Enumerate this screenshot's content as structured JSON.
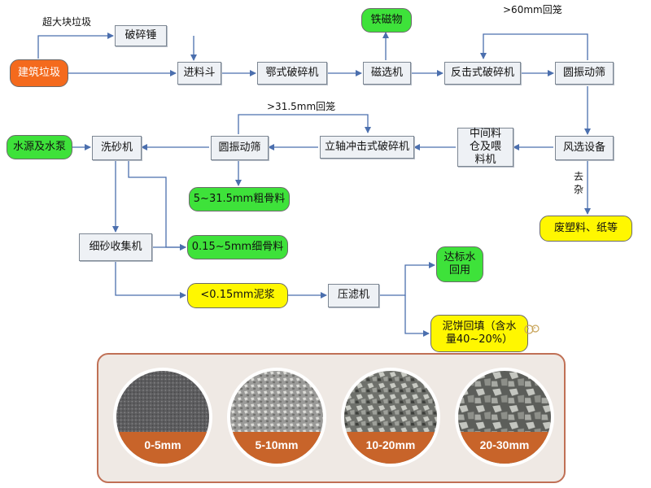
{
  "flow": {
    "construction_waste": "建筑垃圾",
    "oversize_label": "超大块垃圾",
    "breaker_hammer": "破碎锤",
    "feed_hopper": "进料斗",
    "jaw_crusher": "鄂式破碎机",
    "magnetic_separator": "磁选机",
    "iron_magnetic_material": "铁磁物",
    "impact_crusher": "反击式破碎机",
    "over60_return": ">60mm回笼",
    "circular_screen_1": "圆振动筛",
    "air_separation": "风选设备",
    "impurity_removal": "去杂",
    "waste_plastic_paper": "废塑料、纸等",
    "intermediate_bin": "中间料仓及喂料机",
    "vertical_impact_crusher": "立轴冲击式破碎机",
    "over315_return": ">31.5mm回笼",
    "circular_screen_2": "圆振动筛",
    "coarse_aggregate": "5~31.5mm粗骨料",
    "sand_washer": "洗砂机",
    "water_source": "水源及水泵",
    "fine_sand_collector": "细砂收集机",
    "fine_aggregate": "0.15~5mm细骨料",
    "slurry": "<0.15mm泥浆",
    "filter_press": "压滤机",
    "water_reuse": "达标水回用",
    "mud_cake_backfill": "泥饼回填（含水量40~20%）"
  },
  "products": [
    {
      "label": "0-5mm"
    },
    {
      "label": "5-10mm"
    },
    {
      "label": "10-20mm"
    },
    {
      "label": "20-30mm"
    }
  ],
  "colors": {
    "arrow": "#4b6fae",
    "green": "#3ee23a",
    "yellow": "#fff700",
    "orange": "#f46a1d",
    "gallery_band": "#c8642a"
  }
}
